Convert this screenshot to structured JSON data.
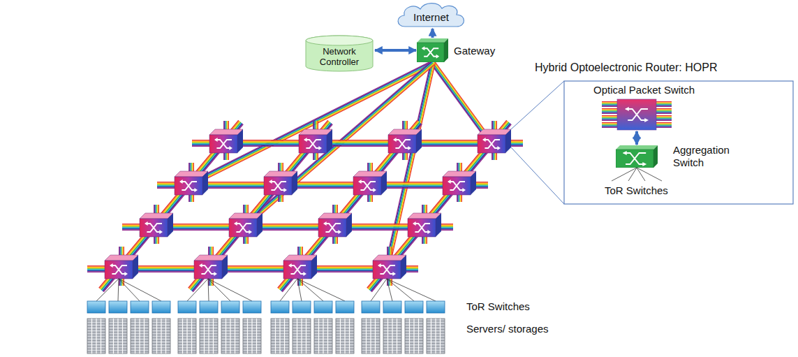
{
  "diagram": {
    "nodes": [
      {
        "text": [
          "Internet"
        ]
      },
      {
        "text": [
          "Network Controller"
        ]
      },
      {
        "text": [
          "Gateway"
        ]
      },
      {
        "text": [
          "Optical Packet Switch"
        ]
      },
      {
        "text": [
          "Aggregation Switch"
        ]
      }
    ],
    "edges": [
      {
        "from": 2,
        "to": 0,
        "arrow": "to"
      },
      {
        "from": 1,
        "to": 2,
        "arrow": "both"
      },
      {
        "from": 3,
        "to": 4,
        "arrow": "both"
      }
    ],
    "labels": [
      "Hybrid Optoelectronic Router: HOPR",
      "ToR Switches",
      "ToR Switches",
      "Servers/ storages"
    ]
  }
}
